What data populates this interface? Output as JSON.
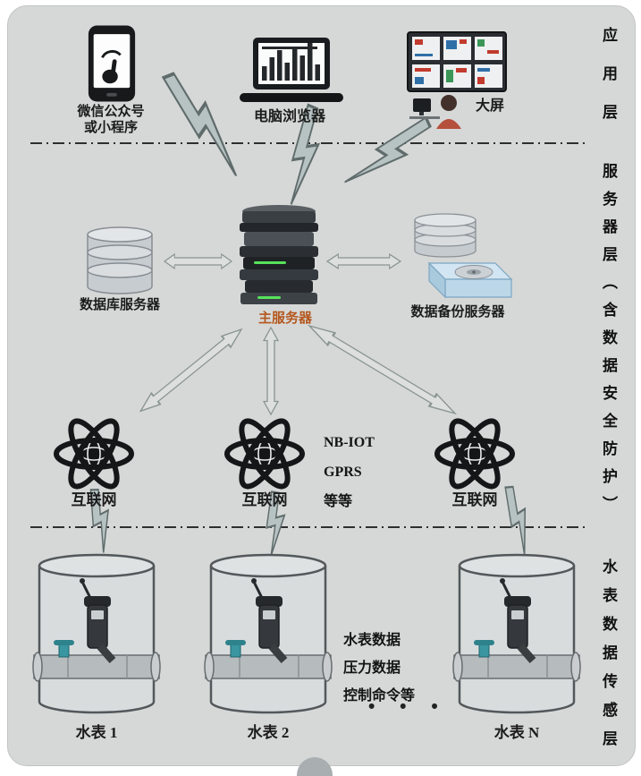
{
  "application_layer": {
    "wechat_label": "微信公众号\n或小程序",
    "browser_label": "电脑浏览器",
    "bigscreen_label": "大屏"
  },
  "server_layer": {
    "db_label": "数据库服务器",
    "main_label": "主服务器",
    "backup_label": "数据备份服务器",
    "internet_label": "互联网",
    "network_note": "NB-IOT\nGPRS\n等等"
  },
  "sensor_layer": {
    "meter_note": "水表数据\n压力数据\n控制命令等",
    "meters": [
      "水表 1",
      "水表 2",
      "水表 N"
    ],
    "ellipsis": "• • •"
  },
  "layer_labels": {
    "application": "应用层",
    "server": "服务器层（含数据安全防护）",
    "sensor": "水表数据传感层"
  },
  "colors": {
    "panel_bg": "#d6d8d7",
    "main_server_label": "#b4571e",
    "bolt_fill": "#b7c2c3",
    "arrow_fill": "#dcdfdd",
    "text": "#1c1c1c"
  }
}
